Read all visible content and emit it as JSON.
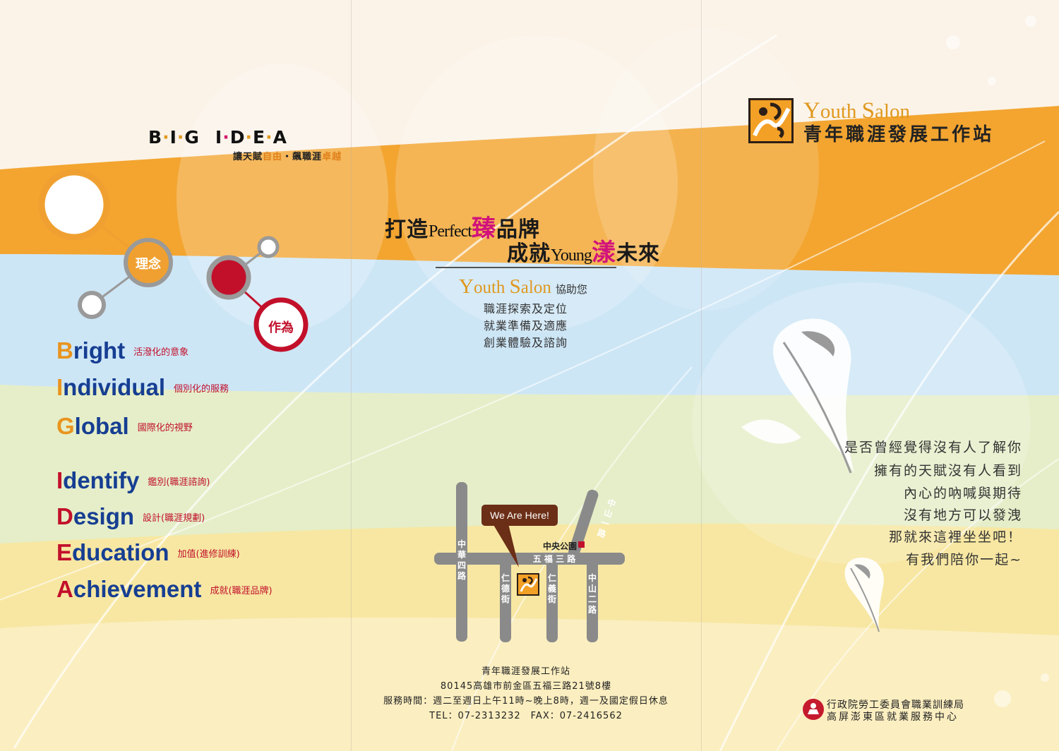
{
  "big_idea": {
    "title_letters": [
      "B",
      "I",
      "G",
      "I",
      "D",
      "E",
      "A"
    ],
    "slogan_parts": [
      "讓天賦",
      "自由",
      "・",
      "飆職涯",
      "卓越"
    ]
  },
  "concept_circles": {
    "concept_label": "理念",
    "action_label": "作為"
  },
  "brand_words": [
    {
      "cap": "B",
      "rest": "right",
      "desc": "活潑化的意象"
    },
    {
      "cap": "I",
      "rest": "ndividual",
      "desc": "個別化的服務"
    },
    {
      "cap": "G",
      "rest": "lobal",
      "desc": "國際化的視野"
    }
  ],
  "idea_words": [
    {
      "cap": "I",
      "rest": "dentify",
      "desc": "鑑別(職涯諮詢)"
    },
    {
      "cap": "D",
      "rest": "esign",
      "desc": "設計(職涯規劃)"
    },
    {
      "cap": "E",
      "rest": "ducation",
      "desc": "加值(進修訓練)"
    },
    {
      "cap": "A",
      "rest": "chievement",
      "desc": "成就(職涯品牌)"
    }
  ],
  "headline": {
    "line1_pre": "打造",
    "line1_en": "Perfect",
    "line1_char": "臻",
    "line1_post": "品牌",
    "line2_pre": "成就",
    "line2_en": "Young",
    "line2_char": "漾",
    "line2_post": "未來"
  },
  "assist": {
    "brand_y": "Y",
    "brand_outh": "outh ",
    "brand_s": "S",
    "brand_alon": "alon",
    "verb": "協助您",
    "items": [
      "職涯探索及定位",
      "就業準備及適應",
      "創業體驗及諮詢"
    ]
  },
  "map": {
    "bubble": "We Are Here!",
    "park": "中央公園",
    "roads": {
      "zhonghua": "中華四路",
      "wufu": "五 福 三 路",
      "rende": "仁德街",
      "renyi": "仁義街",
      "zhongshan2": "中山二路",
      "zhongshan1": "中山一路"
    }
  },
  "address": {
    "name": "青年職涯發展工作站",
    "street": "80145高雄市前金區五福三路21號8樓",
    "hours": "服務時間：週二至週日上午11時~晚上8時，週一及國定假日休息",
    "contact": "TEL：07-2313232　FAX：07-2416562"
  },
  "logo": {
    "en_y": "Y",
    "en_outh": "outh ",
    "en_s": "S",
    "en_alon": "alon",
    "zh": "青年職涯發展工作站"
  },
  "poem": [
    "是否曾經覺得沒有人了解你",
    "擁有的天賦沒有人看到",
    "內心的吶喊與期待",
    "沒有地方可以發洩",
    "那就來這裡坐坐吧！",
    "有我們陪你一起~"
  ],
  "agency": {
    "line1": "行政院勞工委員會職業訓練局",
    "line2": "高屏澎東區就業服務中心"
  },
  "colors": {
    "orange": "#f3a026",
    "light_blue": "#cfe6f6",
    "light_green": "#e6efc6",
    "yellow": "#f8e9a0",
    "brand_red": "#c2102b",
    "brand_blue": "#163e92",
    "magenta": "#d1127b"
  }
}
